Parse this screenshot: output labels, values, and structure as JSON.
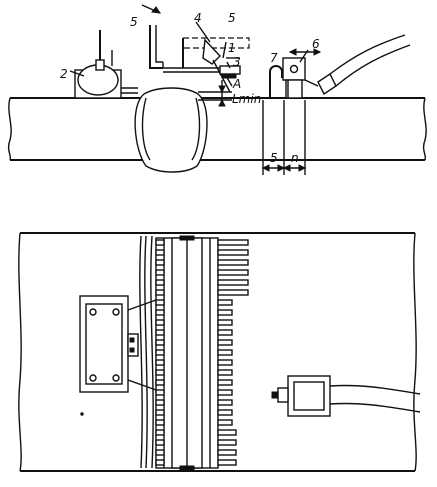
{
  "labels": {
    "item_1": "1",
    "item_2": "2",
    "item_3": "3",
    "item_4": "4",
    "item_5_left": "5",
    "item_5_right": "5",
    "item_6": "6",
    "item_7": "7",
    "point_a": "A",
    "l_min": "Lmin",
    "dim_5": "5",
    "dim_n": "n"
  },
  "colors": {
    "ink": "#111111",
    "paper": "#ffffff"
  }
}
